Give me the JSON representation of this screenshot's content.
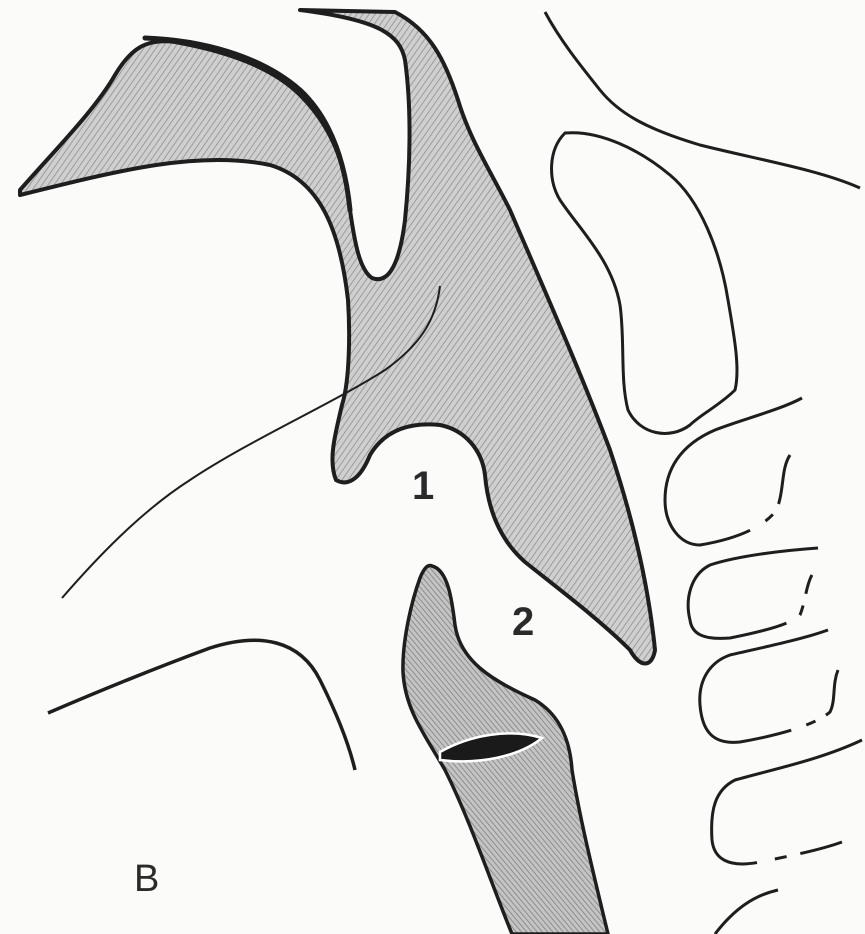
{
  "diagram": {
    "labels": {
      "region_1": "1",
      "region_2": "2",
      "panel": "B"
    },
    "colors": {
      "outline": "#1e1e1e",
      "hatch_fill": "#c9c9c9",
      "hatch_line": "#8f8f8f",
      "background": "#fbfbfa"
    }
  }
}
